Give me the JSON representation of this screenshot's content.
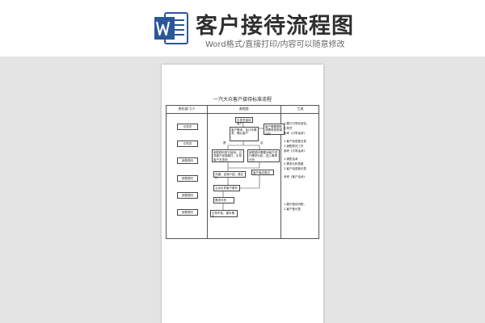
{
  "header": {
    "title": "客户接待流程图",
    "subtitle": "Word格式/直接打印/内容可以随意修改"
  },
  "document": {
    "flow_title": "一汽大众客户接待标准流程",
    "columns": {
      "responsible": "责任部门/人",
      "flow": "流程图",
      "tools": "工具"
    },
    "roles": [
      "引导员",
      "引导员",
      "销售顾问",
      "销售顾问",
      "销售顾问",
      "销售顾问"
    ],
    "flow_steps": {
      "s1": "引导员接待客户",
      "s2": "客户需求，及订车需求，确认客户",
      "s3": "客户需要帮助或需求或有疑问时",
      "s4": "销售顾问进行接待，引导客户参观展厅，引导客户去咨询",
      "s5": "销售顾问需要对客户进行需求分析，进入需求分析",
      "s6": "沟通，自我介绍，递名片",
      "s7": "客户离店登记",
      "s8": "主动引导客户看车",
      "s9": "需求分析",
      "s10": "引导车型、建车展示",
      "label_yes": "是",
      "label_no": "否"
    },
    "tools": [
      "1.展厅引导标准化，",
      "引导员",
      "参考《引导话术》",
      "2.客户信息登记表",
      "3.销售顾问工作",
      "参考《引导话术》",
      "1.销售话术",
      "2.需求分析表格",
      "3.客户信息登记表",
      "参考《客户话术》",
      "1.展厅接待流程，",
      "2.客户登记表"
    ]
  }
}
